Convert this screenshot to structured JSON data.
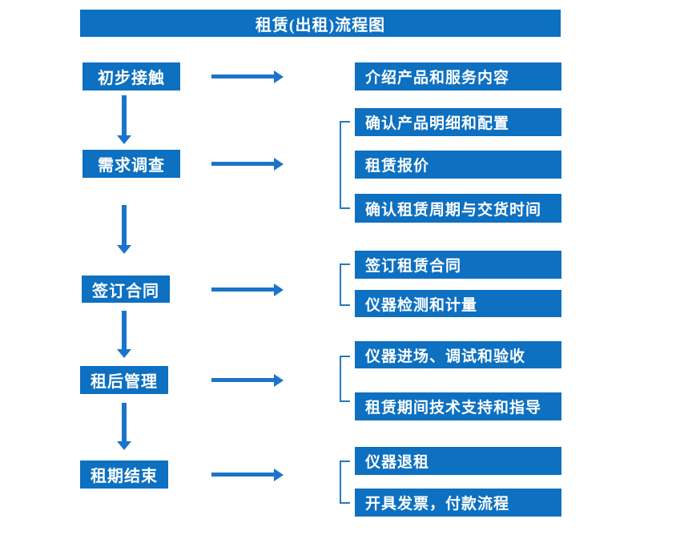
{
  "title": "租赁(出租)流程图",
  "colors": {
    "box": "#0d70c1",
    "arrow": "#1b74cb",
    "bracket": "#2878be",
    "text": "#ffffff"
  },
  "steps": [
    {
      "label": "初步接触",
      "details": [
        "介绍产品和服务内容"
      ]
    },
    {
      "label": "需求调查",
      "details": [
        "确认产品明细和配置",
        "租赁报价",
        "确认租赁周期与交货时间"
      ]
    },
    {
      "label": "签订合同",
      "details": [
        "签订租赁合同",
        "仪器检测和计量"
      ]
    },
    {
      "label": "租后管理",
      "details": [
        "仪器进场、调试和验收",
        "租赁期间技术支持和指导"
      ]
    },
    {
      "label": "租期结束",
      "details": [
        "仪器退租",
        "开具发票，付款流程"
      ]
    }
  ]
}
